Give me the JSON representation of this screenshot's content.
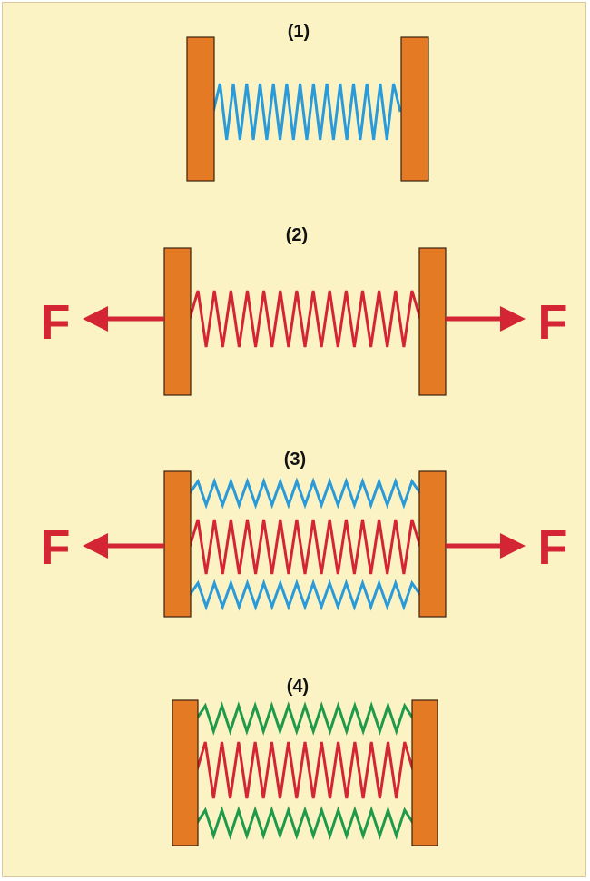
{
  "colors": {
    "background": "#fcf3c5",
    "plate": "#e47a23",
    "plate_edge": "#3a2210",
    "blue_spring": "#2a9ad8",
    "red_spring": "#d42535",
    "green_spring": "#1f9a4a",
    "arrow": "#d42535",
    "label_text": "#111111",
    "force_text": "#d42535"
  },
  "panels": [
    {
      "label": "(1)"
    },
    {
      "label": "(2)",
      "force_left": "F",
      "force_right": "F"
    },
    {
      "label": "(3)",
      "force_left": "F",
      "force_right": "F"
    },
    {
      "label": "(4)"
    }
  ]
}
